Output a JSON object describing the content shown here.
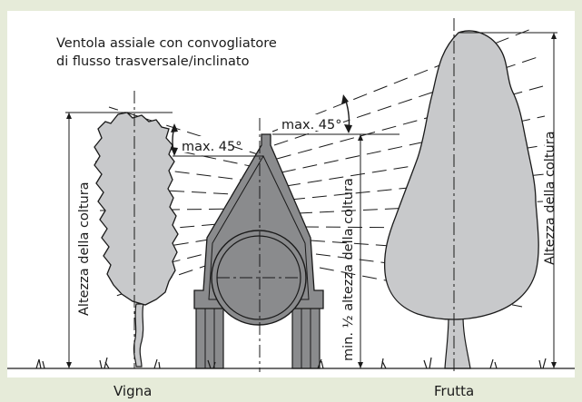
{
  "title_line1": "Ventola assiale con convogliatore",
  "title_line2": "di flusso trasversale/inclinato",
  "angle_left": "max. 45°",
  "angle_right": "max. 45°",
  "height_left": "Altezza della coltura",
  "height_right": "Altezza della coltura",
  "half_height": "min. ½ altezza della coltura",
  "label_vigna": "Vigna",
  "label_frutta": "Frutta",
  "colors": {
    "background": "#e6ebd9",
    "panel": "#ffffff",
    "foliage": "#c8c9cb",
    "machine": "#8a8b8d",
    "line": "#1a1a1a"
  }
}
